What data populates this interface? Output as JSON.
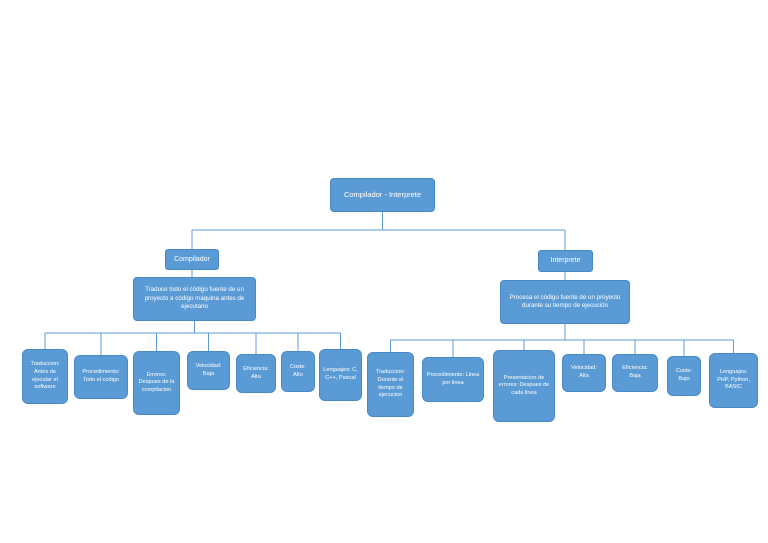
{
  "diagram": {
    "title": "Compilador - Interprete",
    "colors": {
      "node_fill": "#5b9bd5",
      "node_border": "#4a89c8",
      "connector": "#5b9bd5",
      "text": "#ffffff",
      "background": "#ffffff"
    },
    "root": {
      "label": "Compilador - Interprete"
    },
    "compilador": {
      "title": "Compilador",
      "description": "Traduce todo el código fuente de un proyecto a código máquina antes de ejecutarlo",
      "leaves": [
        {
          "label": "Traduccion: Antes de ejecutar el software"
        },
        {
          "label": "Procedimiento: Todo el codigo"
        },
        {
          "label": "Errores: Despues de la compilacion"
        },
        {
          "label": "Velocidad: Baja"
        },
        {
          "label": "Eficiencia: Alta"
        },
        {
          "label": "Coste: Alto"
        },
        {
          "label": "Lenguajes: C, C++, Pascal"
        }
      ]
    },
    "interprete": {
      "title": "Interprete",
      "description": "Procesa el código fuente de un proyecto durante su tiempo de ejecución",
      "leaves": [
        {
          "label": "Traduccion: Durante el tiempo de ejecucion"
        },
        {
          "label": "Procedimiento: Linea por linea"
        },
        {
          "label": "Presentacion de errores: Despues de cada linea"
        },
        {
          "label": "Velocidad: Alta"
        },
        {
          "label": "Eficiencia: Baja"
        },
        {
          "label": "Coste: Bajo"
        },
        {
          "label": "Lenguajes: PHP, Python, BASIC"
        }
      ]
    }
  }
}
